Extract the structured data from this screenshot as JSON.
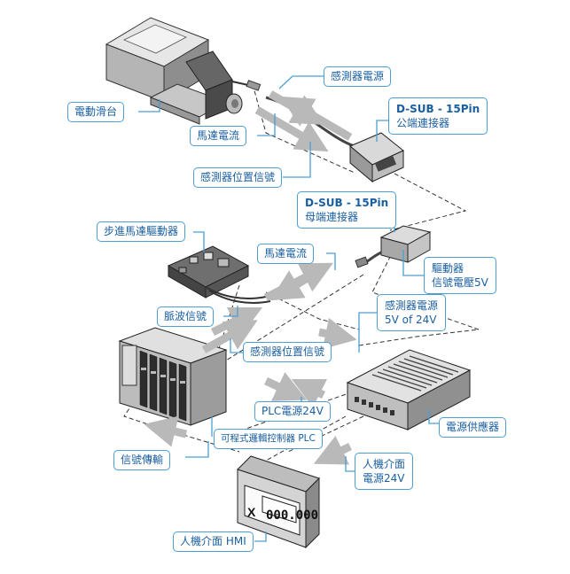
{
  "colors": {
    "label_border": "#4a9fd3",
    "label_text": "#1a5fa0",
    "arrow": "#b9b9b9",
    "connector": "#4a9fd3"
  },
  "labels": {
    "motor_stage": "電動滑台",
    "sensor_power_top": "感測器電源",
    "motor_current_top": "馬達電流",
    "sensor_position_top": "感測器位置信號",
    "dsub_male_line1": "D-SUB - 15Pin",
    "dsub_male_line2": "公端連接器",
    "dsub_female_line1": "D-SUB - 15Pin",
    "dsub_female_line2": "母端連接器",
    "stepper_driver": "步進馬達驅動器",
    "motor_current_mid": "馬達電流",
    "driver_signal_line1": "驅動器",
    "driver_signal_line2": "信號電壓5V",
    "pulse_signal": "脈波信號",
    "sensor_power_mid_line1": "感測器電源",
    "sensor_power_mid_line2": "5V of 24V",
    "sensor_position_mid": "感測器位置信號",
    "plc_power": "PLC電源24V",
    "power_supply": "電源供應器",
    "plc": "可程式邏輯控制器 PLC",
    "signal_transfer": "信號傳輸",
    "hmi_power_line1": "人機介面",
    "hmi_power_line2": "電源24V",
    "hmi": "人機介面 HMI"
  },
  "hmi_screen": {
    "axis": "X",
    "value": "000.000"
  }
}
